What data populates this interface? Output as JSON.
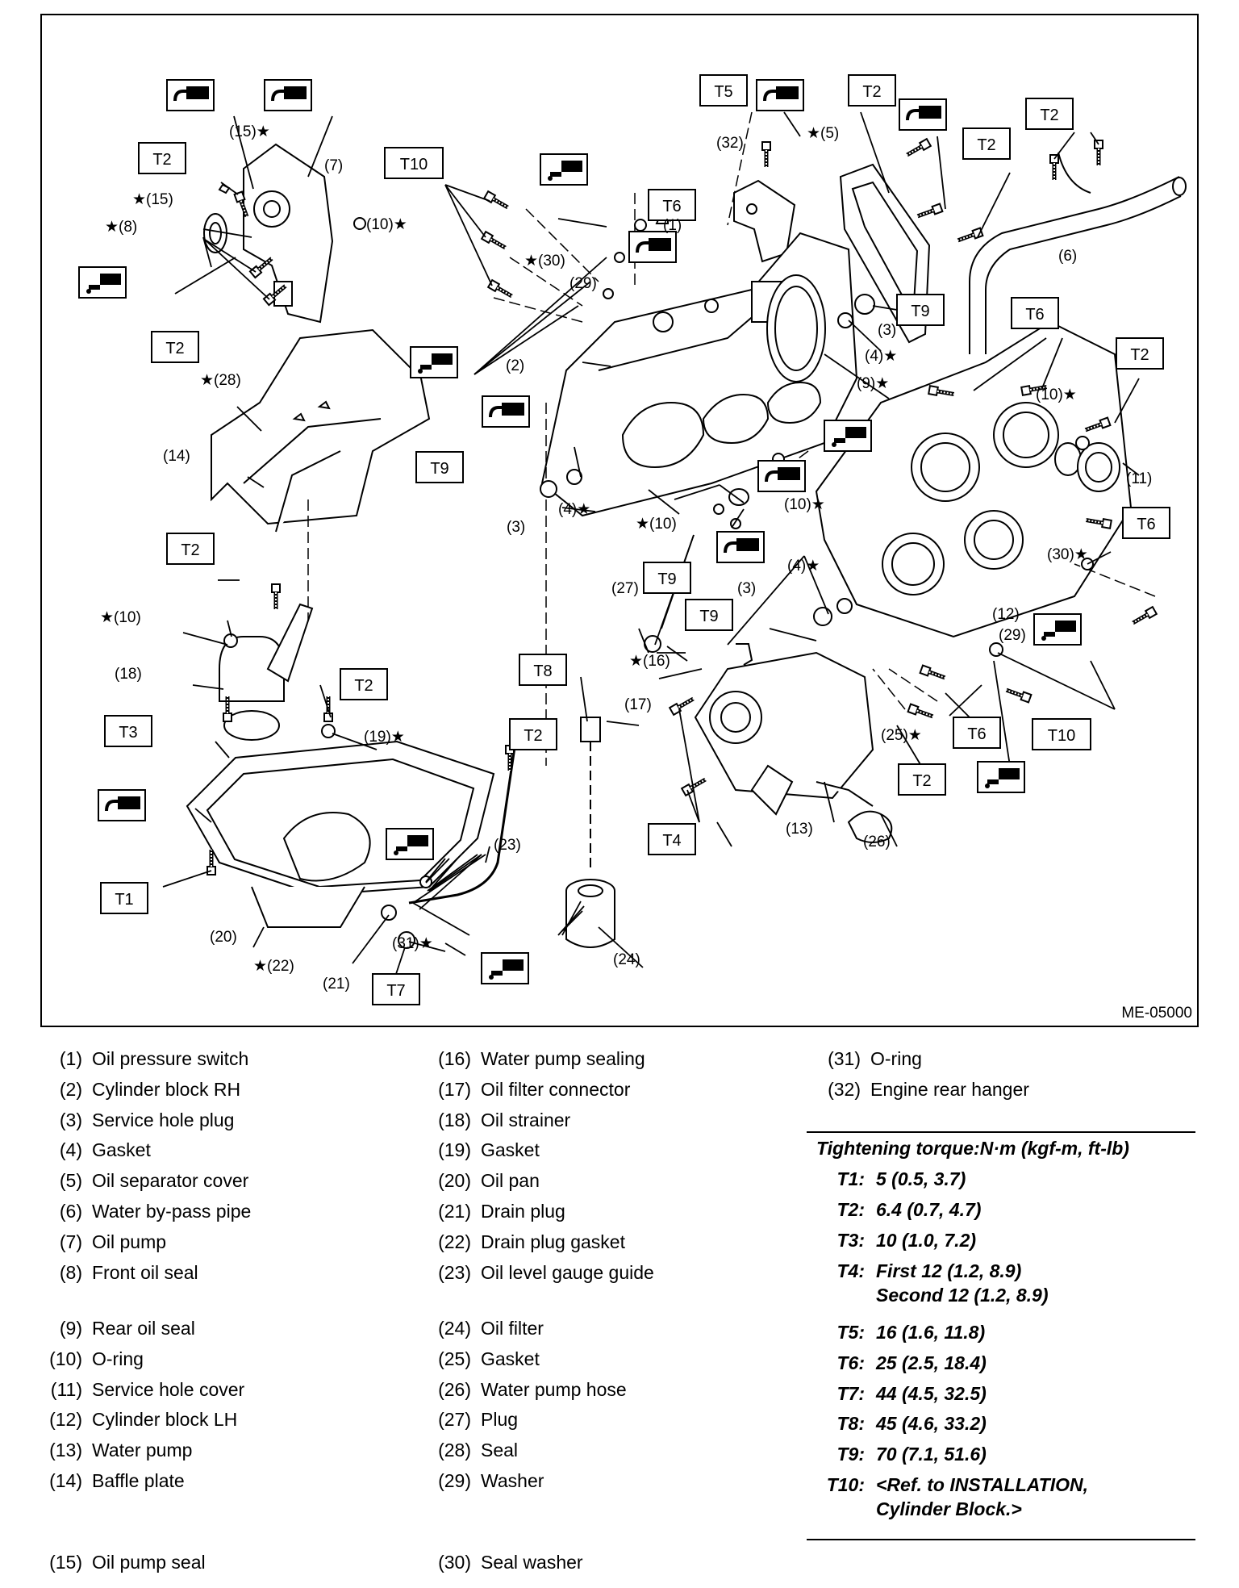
{
  "diagram": {
    "figure_id": "ME-05000",
    "torque_tags": [
      "T1",
      "T2",
      "T3",
      "T4",
      "T5",
      "T6",
      "T7",
      "T8",
      "T9",
      "T10"
    ],
    "callouts": {
      "c1": "(1)",
      "c2": "(2)",
      "c3": "(3)",
      "c4": "(4)",
      "c5": "(5)",
      "c6": "(6)",
      "c7": "(7)",
      "c8": "(8)",
      "c9": "(9)",
      "c10": "(10)",
      "c11": "(11)",
      "c12": "(12)",
      "c13": "(13)",
      "c14": "(14)",
      "c15": "(15)",
      "c16": "(16)",
      "c17": "(17)",
      "c18": "(18)",
      "c19": "(19)",
      "c20": "(20)",
      "c21": "(21)",
      "c22": "(22)",
      "c23": "(23)",
      "c24": "(24)",
      "c25": "(25)",
      "c26": "(26)",
      "c27": "(27)",
      "c28": "(28)",
      "c29": "(29)",
      "c30": "(30)",
      "c31": "(31)",
      "c32": "(32)"
    },
    "star": "★"
  },
  "legend": [
    {
      "num": "(1)",
      "name": "Oil pressure switch"
    },
    {
      "num": "(2)",
      "name": "Cylinder block RH"
    },
    {
      "num": "(3)",
      "name": "Service hole plug"
    },
    {
      "num": "(4)",
      "name": "Gasket"
    },
    {
      "num": "(5)",
      "name": "Oil separator cover"
    },
    {
      "num": "(6)",
      "name": "Water by-pass pipe"
    },
    {
      "num": "(7)",
      "name": "Oil pump"
    },
    {
      "num": "(8)",
      "name": "Front oil seal"
    },
    {
      "num": "(9)",
      "name": "Rear oil seal"
    },
    {
      "num": "(10)",
      "name": "O-ring"
    },
    {
      "num": "(11)",
      "name": "Service hole cover"
    },
    {
      "num": "(12)",
      "name": "Cylinder block LH"
    },
    {
      "num": "(13)",
      "name": "Water pump"
    },
    {
      "num": "(14)",
      "name": "Baffle plate"
    },
    {
      "num": "(15)",
      "name": "Oil pump seal"
    },
    {
      "num": "(16)",
      "name": "Water pump sealing"
    },
    {
      "num": "(17)",
      "name": "Oil filter connector"
    },
    {
      "num": "(18)",
      "name": "Oil strainer"
    },
    {
      "num": "(19)",
      "name": "Gasket"
    },
    {
      "num": "(20)",
      "name": "Oil pan"
    },
    {
      "num": "(21)",
      "name": "Drain plug"
    },
    {
      "num": "(22)",
      "name": "Drain plug gasket"
    },
    {
      "num": "(23)",
      "name": "Oil level gauge guide"
    },
    {
      "num": "(24)",
      "name": "Oil filter"
    },
    {
      "num": "(25)",
      "name": "Gasket"
    },
    {
      "num": "(26)",
      "name": "Water pump hose"
    },
    {
      "num": "(27)",
      "name": "Plug"
    },
    {
      "num": "(28)",
      "name": "Seal"
    },
    {
      "num": "(29)",
      "name": "Washer"
    },
    {
      "num": "(30)",
      "name": "Seal washer"
    },
    {
      "num": "(31)",
      "name": "O-ring"
    },
    {
      "num": "(32)",
      "name": "Engine rear hanger"
    }
  ],
  "torque": {
    "heading": "Tightening torque:N·m (kgf-m, ft-lb)",
    "items": [
      {
        "code": "T1:",
        "value": "5 (0.5, 3.7)"
      },
      {
        "code": "T2:",
        "value": "6.4 (0.7, 4.7)"
      },
      {
        "code": "T3:",
        "value": "10 (1.0, 7.2)"
      },
      {
        "code": "T4:",
        "value": "First 12 (1.2, 8.9)",
        "value2": "Second 12 (1.2, 8.9)"
      },
      {
        "code": "T5:",
        "value": "16 (1.6, 11.8)"
      },
      {
        "code": "T6:",
        "value": "25 (2.5, 18.4)"
      },
      {
        "code": "T7:",
        "value": "44 (4.5, 32.5)"
      },
      {
        "code": "T8:",
        "value": "45 (4.6, 33.2)"
      },
      {
        "code": "T9:",
        "value": "70 (7.1, 51.6)"
      },
      {
        "code": "T10:",
        "value": "<Ref. to INSTALLATION,",
        "value2": "Cylinder Block.>"
      }
    ]
  }
}
